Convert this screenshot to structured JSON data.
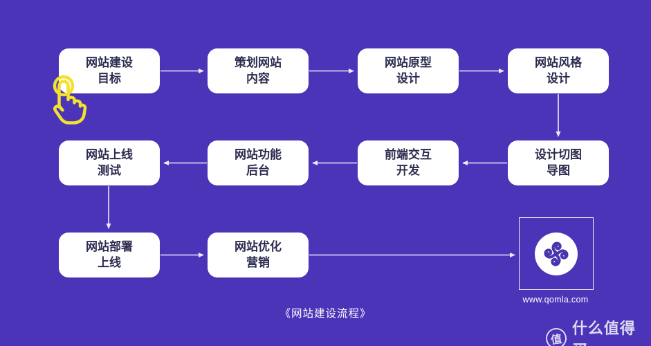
{
  "title_caption": "《网站建设流程》",
  "colors": {
    "background": "#4c34b9",
    "node_fill": "#ffffff",
    "node_text": "#2b2b4f",
    "arrow": "#eceafb",
    "hand_cursor": "#f2e12d",
    "logo_mark": "#4836ae"
  },
  "nodes": [
    {
      "line1": "网站建设",
      "line2": "目标"
    },
    {
      "line1": "策划网站",
      "line2": "内容"
    },
    {
      "line1": "网站原型",
      "line2": "设计"
    },
    {
      "line1": "网站风格",
      "line2": "设计"
    },
    {
      "line1": "网站上线",
      "line2": "测试"
    },
    {
      "line1": "网站功能",
      "line2": "后台"
    },
    {
      "line1": "前端交互",
      "line2": "开发"
    },
    {
      "line1": "设计切图",
      "line2": "导图"
    },
    {
      "line1": "网站部署",
      "line2": "上线"
    },
    {
      "line1": "网站优化",
      "line2": "营销"
    }
  ],
  "flow_sequence": [
    "网站建设目标",
    "策划网站内容",
    "网站原型设计",
    "网站风格设计",
    "设计切图导图",
    "前端交互开发",
    "网站功能后台",
    "网站上线测试",
    "网站部署上线",
    "网站优化营销",
    "www.qomla.com"
  ],
  "logo": {
    "site_url": "www.qomla.com"
  },
  "watermark": {
    "badge_char": "值",
    "brand": "什么值得买"
  }
}
